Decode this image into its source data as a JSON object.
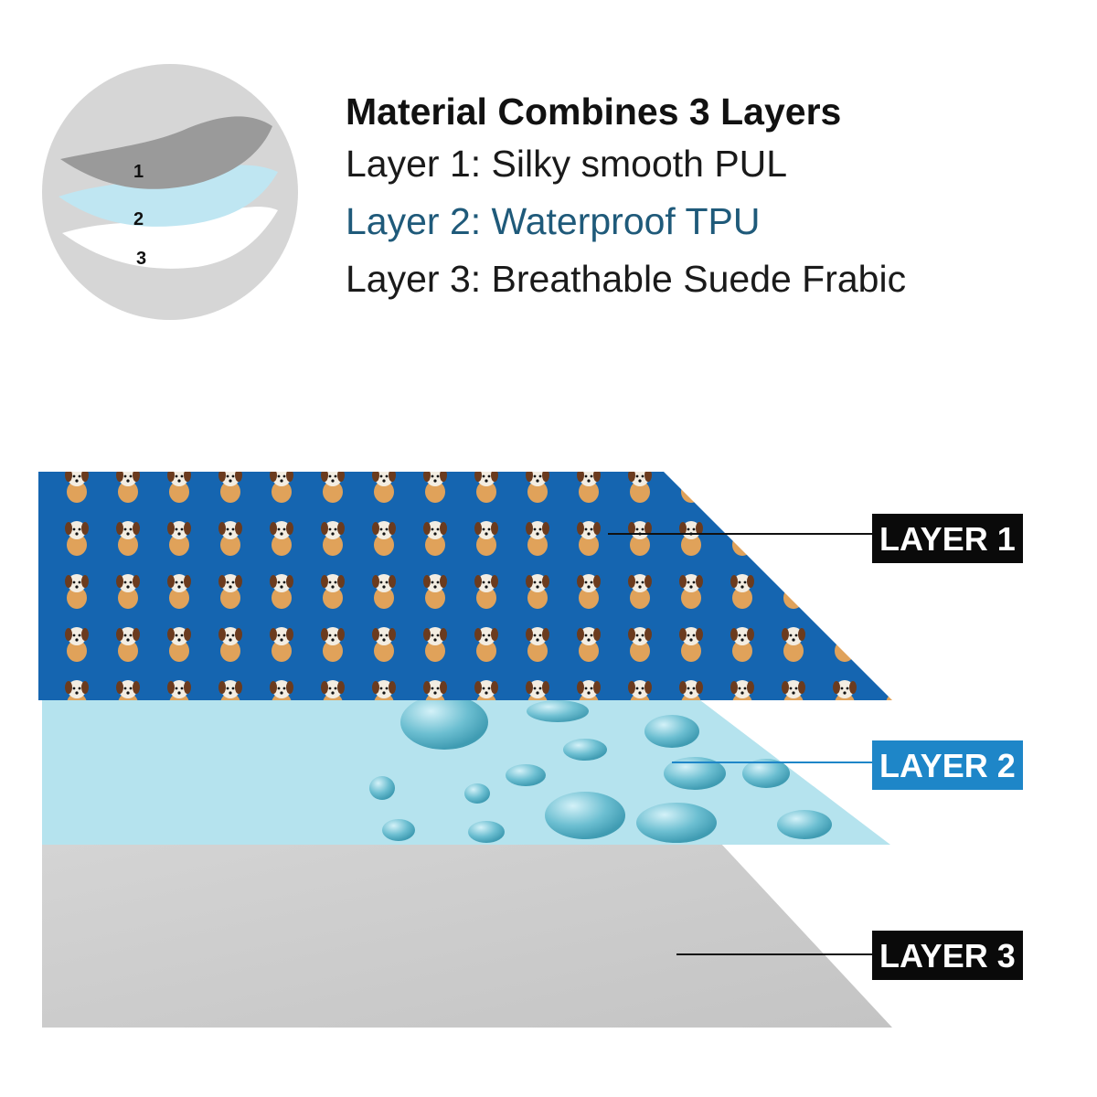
{
  "icon": {
    "name": "layers-icon",
    "layer_numbers": [
      "1",
      "2",
      "3"
    ]
  },
  "header": {
    "title": "Material Combines 3 Layers",
    "layers": [
      "Layer 1: Silky smooth PUL",
      "Layer 2: Waterproof TPU",
      "Layer 3: Breathable Suede Frabic"
    ]
  },
  "diagram": {
    "labels": [
      "LAYER 1",
      "LAYER 2",
      "LAYER 3"
    ],
    "colors": {
      "layer1": "#1565b0",
      "layer2": "#b5e3ee",
      "layer3": "#cfcfcf",
      "label_dark": "#0a0a0a",
      "label_blue": "#1e86c8",
      "heading_layer2": "#1f5a7a"
    }
  }
}
